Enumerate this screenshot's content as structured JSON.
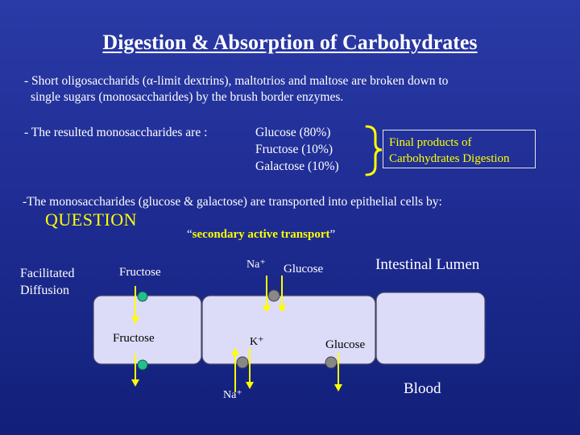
{
  "title": "Digestion & Absorption of Carbohydrates",
  "bullet1": {
    "line1": "- Short oligosaccharids (α-limit dextrins), maltotrios and maltose are broken down to",
    "line2": "single sugars (monosaccharides) by the brush border enzymes."
  },
  "bullet2": {
    "lead": "- The resulted monosaccharides are :",
    "items": [
      "Glucose (80%)",
      "Fructose (10%)",
      "Galactose (10%)"
    ]
  },
  "final_box": {
    "line1": "Final products of",
    "line2": "Carbohydrates Digestion"
  },
  "bullet3": "-The monosaccharides (glucose & galactose) are transported into epithelial cells by:",
  "question": "QUESTION",
  "transport": {
    "open_quote": "“",
    "text": "secondary active transport",
    "close_quote": "”"
  },
  "diagram": {
    "facilitated_line1": "Facilitated",
    "facilitated_line2": "Diffusion",
    "fructose_top": "Fructose",
    "fructose_inside": "Fructose",
    "na_top": "Na⁺",
    "glucose_top": "Glucose",
    "k_label": "K⁺",
    "glucose_inside": "Glucose",
    "na_bottom": "Na⁺",
    "intestinal_lumen": "Intestinal Lumen",
    "blood": "Blood"
  },
  "colors": {
    "background_top": "#2a3aa6",
    "background_bottom": "#12207a",
    "accent_yellow": "#ffff00",
    "cell_fill": "#dcdcf8",
    "fructose_carrier": "#22c08c",
    "cotransporter": "#888888"
  }
}
